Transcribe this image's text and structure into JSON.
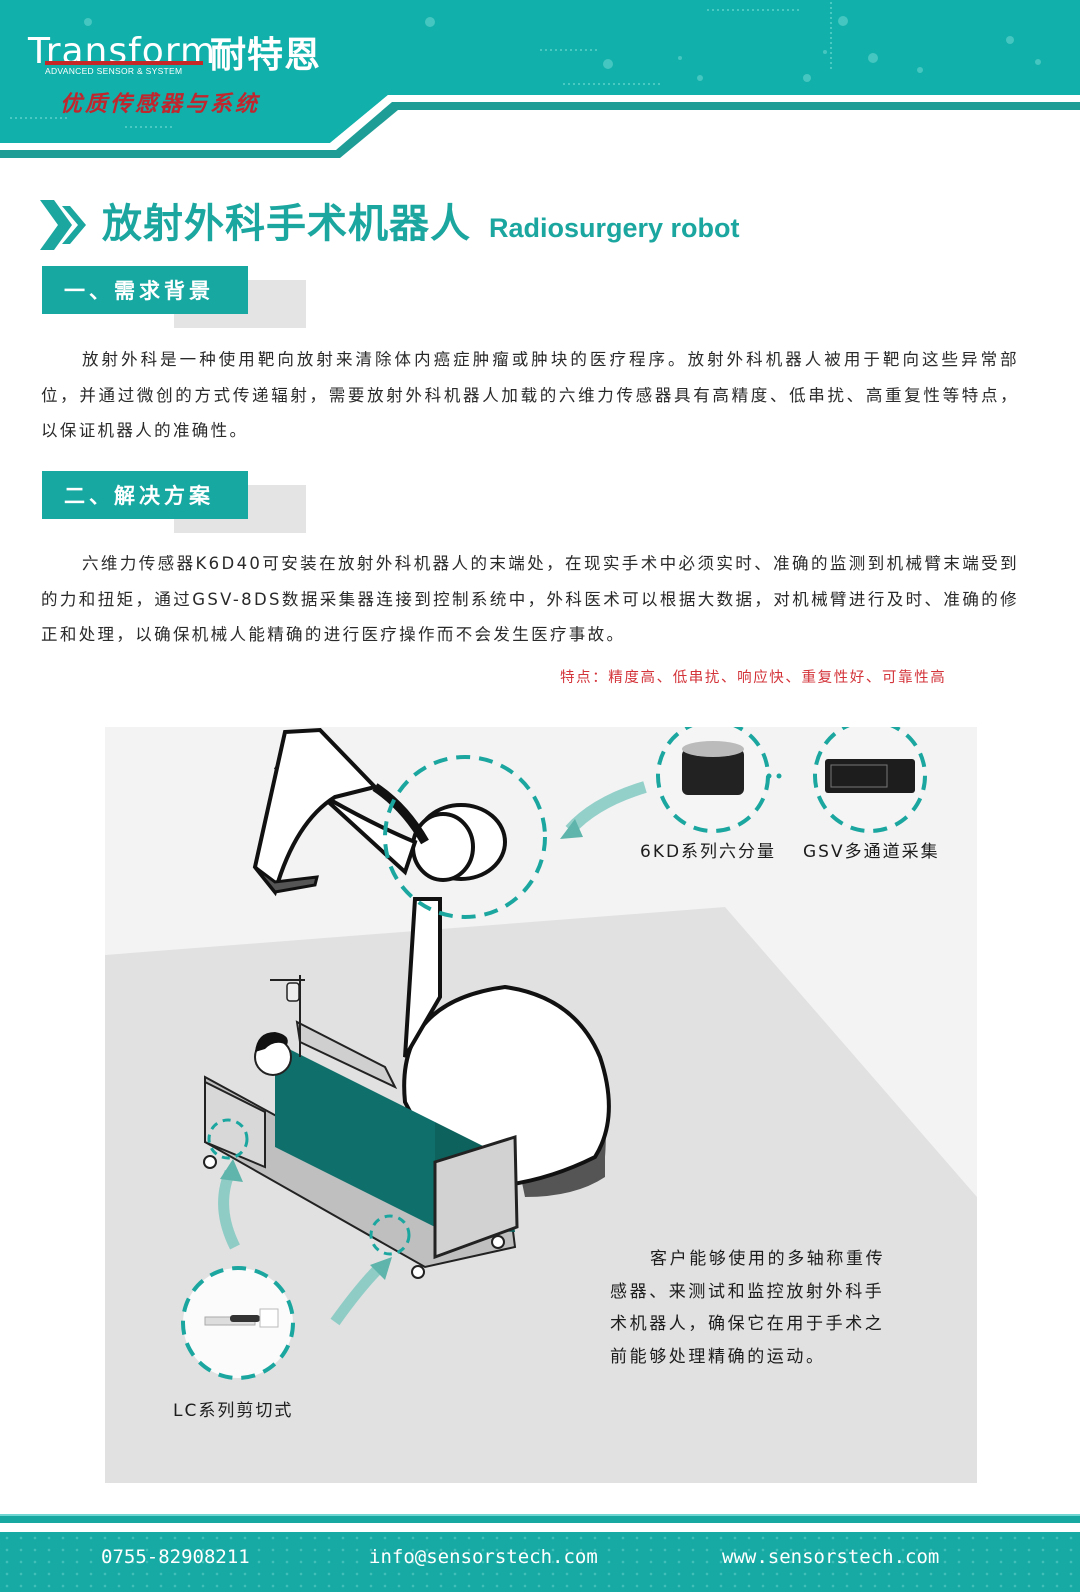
{
  "header": {
    "logo_en": "Transform",
    "logo_sub": "ADVANCED SENSOR & SYSTEM",
    "logo_cn": "耐特恩",
    "slogan": "优质传感器与系统",
    "colors": {
      "teal": "#17a8a2",
      "red": "#c0262d"
    }
  },
  "title": {
    "cn": "放射外科手术机器人",
    "en": "Radiosurgery robot",
    "icon": "double-chevron-right-icon"
  },
  "sections": [
    {
      "heading": "一、需求背景",
      "body": "放射外科是一种使用靶向放射来清除体内癌症肿瘤或肿块的医疗程序。放射外科机器人被用于靶向这些异常部位，并通过微创的方式传递辐射，需要放射外科机器人加载的六维力传感器具有高精度、低串扰、高重复性等特点，以保证机器人的准确性。"
    },
    {
      "heading": "二、解决方案",
      "body": "六维力传感器K6D40可安装在放射外科机器人的末端处，在现实手术中必须实时、准确的监测到机械臂末端受到的力和扭矩，通过GSV-8DS数据采集器连接到控制系统中，外科医术可以根据大数据，对机械臂进行及时、准确的修正和处理，以确保机械人能精确的进行医疗操作而不会发生医疗事故。"
    }
  ],
  "features": "特点：精度高、低串扰、响应快、重复性好、可靠性高",
  "illustration": {
    "products": [
      {
        "label": "6KD系列六分量",
        "icon": "six-axis-force-sensor-icon"
      },
      {
        "label": "GSV多通道采集",
        "icon": "data-acquisition-box-icon"
      },
      {
        "label": "LC系列剪切式",
        "icon": "shear-load-cell-icon"
      }
    ],
    "description": "客户能够使用的多轴称重传感器、来测试和监控放射外科手术机器人，确保它在用于手术之前能够处理精确的运动。",
    "colors": {
      "panel": "#e0e0e0",
      "dash": "#1ba6a0",
      "blanket": "#0f6f6a"
    }
  },
  "footer": {
    "phone": "0755-82908211",
    "email": "info@sensorstech.com",
    "website": "www.sensorstech.com"
  }
}
